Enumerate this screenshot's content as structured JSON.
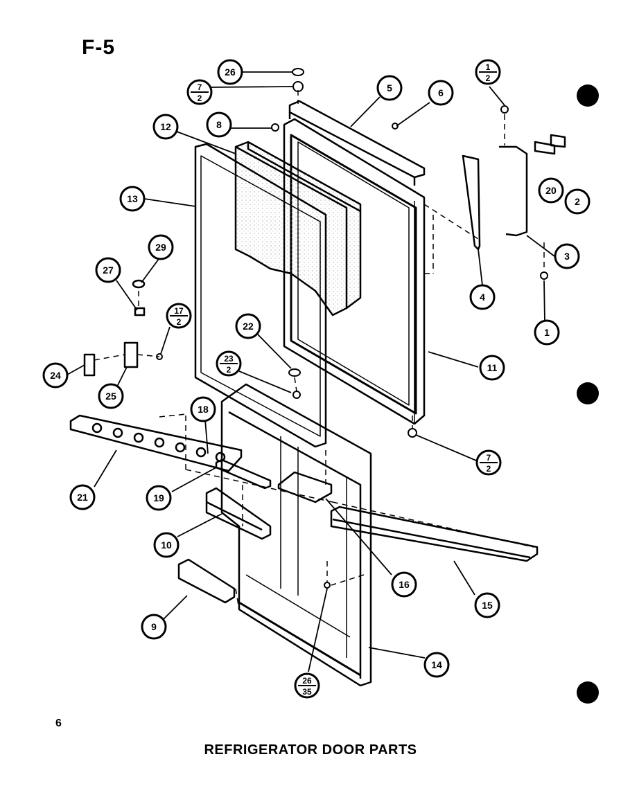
{
  "figure_label": "F-5",
  "page_number": "6",
  "title": "REFRIGERATOR DOOR PARTS",
  "callouts": [
    {
      "id": "c26a",
      "type": "single",
      "text": "26"
    },
    {
      "id": "c7_2a",
      "type": "fraction",
      "top": "7",
      "bottom": "2"
    },
    {
      "id": "c5",
      "type": "single",
      "text": "5"
    },
    {
      "id": "c6",
      "type": "single",
      "text": "6"
    },
    {
      "id": "c1_2",
      "type": "fraction",
      "top": "1",
      "bottom": "2"
    },
    {
      "id": "c12",
      "type": "single",
      "text": "12"
    },
    {
      "id": "c8",
      "type": "single",
      "text": "8"
    },
    {
      "id": "c20",
      "type": "single",
      "text": "20"
    },
    {
      "id": "c2",
      "type": "single",
      "text": "2"
    },
    {
      "id": "c13",
      "type": "single",
      "text": "13"
    },
    {
      "id": "c3",
      "type": "single",
      "text": "3"
    },
    {
      "id": "c29",
      "type": "single",
      "text": "29"
    },
    {
      "id": "c27",
      "type": "single",
      "text": "27"
    },
    {
      "id": "c4",
      "type": "single",
      "text": "4"
    },
    {
      "id": "c1",
      "type": "single",
      "text": "1"
    },
    {
      "id": "c17_2",
      "type": "fraction",
      "top": "17",
      "bottom": "2"
    },
    {
      "id": "c22",
      "type": "single",
      "text": "22"
    },
    {
      "id": "c11",
      "type": "single",
      "text": "11"
    },
    {
      "id": "c23_2",
      "type": "fraction",
      "top": "23",
      "bottom": "2"
    },
    {
      "id": "c24",
      "type": "single",
      "text": "24"
    },
    {
      "id": "c25",
      "type": "single",
      "text": "25"
    },
    {
      "id": "c18",
      "type": "single",
      "text": "18"
    },
    {
      "id": "c7_2b",
      "type": "fraction",
      "top": "7",
      "bottom": "2"
    },
    {
      "id": "c21",
      "type": "single",
      "text": "21"
    },
    {
      "id": "c19",
      "type": "single",
      "text": "19"
    },
    {
      "id": "c10",
      "type": "single",
      "text": "10"
    },
    {
      "id": "c16",
      "type": "single",
      "text": "16"
    },
    {
      "id": "c15",
      "type": "single",
      "text": "15"
    },
    {
      "id": "c9",
      "type": "single",
      "text": "9"
    },
    {
      "id": "c14",
      "type": "single",
      "text": "14"
    },
    {
      "id": "c26_35",
      "type": "fraction",
      "top": "26",
      "bottom": "35"
    }
  ]
}
